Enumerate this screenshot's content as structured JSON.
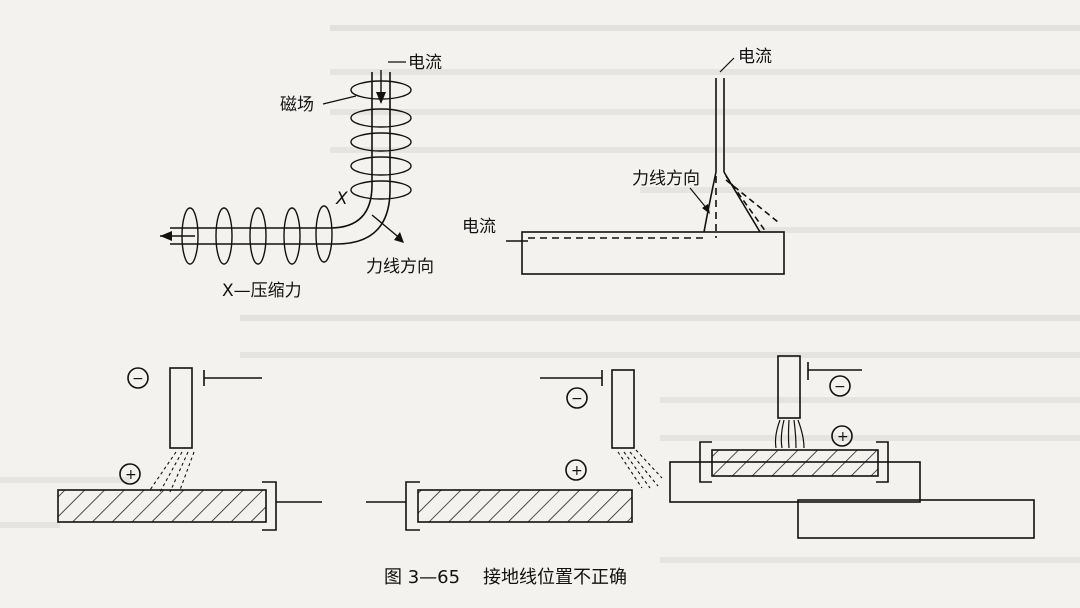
{
  "diagram": {
    "top_left": {
      "current_label": "电流",
      "magnetic_field_label": "磁场",
      "x_mark": "X",
      "force_direction_label": "力线方向",
      "x_legend": "X—压缩力"
    },
    "top_right": {
      "current_label_top": "电流",
      "force_direction_label": "力线方向",
      "current_label_side": "电流"
    },
    "bottom": {
      "minus_symbol": "−",
      "plus_symbol": "+"
    },
    "caption": "图 3—65    接地线位置不正确"
  }
}
